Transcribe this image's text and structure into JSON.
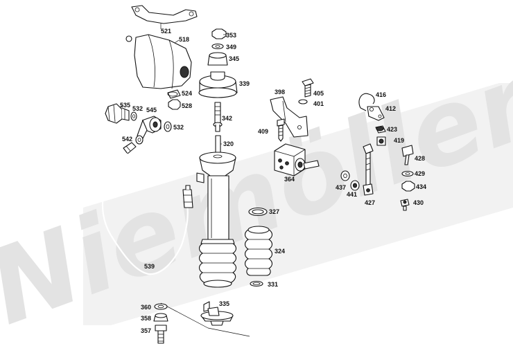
{
  "watermark": {
    "text": "Niemöller",
    "color": "#e3e3e3"
  },
  "parts": [
    {
      "id": "p521",
      "label": "521"
    },
    {
      "id": "p518",
      "label": "518"
    },
    {
      "id": "p353",
      "label": "353"
    },
    {
      "id": "p349",
      "label": "349"
    },
    {
      "id": "p345",
      "label": "345"
    },
    {
      "id": "p339",
      "label": "339"
    },
    {
      "id": "p524",
      "label": "524"
    },
    {
      "id": "p528",
      "label": "528"
    },
    {
      "id": "p535",
      "label": "535"
    },
    {
      "id": "p532a",
      "label": "532"
    },
    {
      "id": "p545",
      "label": "545"
    },
    {
      "id": "p532b",
      "label": "532"
    },
    {
      "id": "p542",
      "label": "542"
    },
    {
      "id": "p342",
      "label": "342"
    },
    {
      "id": "p320",
      "label": "320"
    },
    {
      "id": "p398",
      "label": "398"
    },
    {
      "id": "p405",
      "label": "405"
    },
    {
      "id": "p401",
      "label": "401"
    },
    {
      "id": "p409",
      "label": "409"
    },
    {
      "id": "p364",
      "label": "364"
    },
    {
      "id": "p416",
      "label": "416"
    },
    {
      "id": "p412",
      "label": "412"
    },
    {
      "id": "p423",
      "label": "423"
    },
    {
      "id": "p419",
      "label": "419"
    },
    {
      "id": "p428",
      "label": "428"
    },
    {
      "id": "p429",
      "label": "429"
    },
    {
      "id": "p434",
      "label": "434"
    },
    {
      "id": "p430",
      "label": "430"
    },
    {
      "id": "p437",
      "label": "437"
    },
    {
      "id": "p441",
      "label": "441"
    },
    {
      "id": "p427",
      "label": "427"
    },
    {
      "id": "p327",
      "label": "327"
    },
    {
      "id": "p324",
      "label": "324"
    },
    {
      "id": "p331",
      "label": "331"
    },
    {
      "id": "p539",
      "label": "539"
    },
    {
      "id": "p335",
      "label": "335"
    },
    {
      "id": "p360",
      "label": "360"
    },
    {
      "id": "p358",
      "label": "358"
    },
    {
      "id": "p357",
      "label": "357"
    }
  ]
}
